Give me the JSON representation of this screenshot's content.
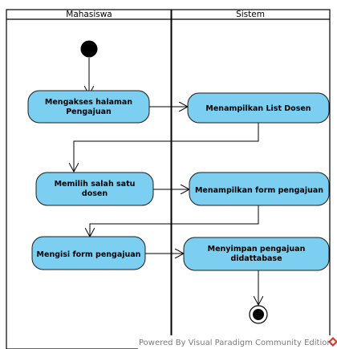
{
  "colors": {
    "node_fill": "#7ccff0",
    "node_stroke": "#1c1c1c",
    "lane_header_fill": "#ffffff",
    "line": "#000000",
    "logo_red": "#d13b2b"
  },
  "lanes": {
    "left_title": "Mahasiswa",
    "right_title": "Sistem"
  },
  "nodes": {
    "mengakses": [
      "Mengakses halaman",
      "Pengajuan"
    ],
    "list_dosen": [
      "Menampilkan List Dosen"
    ],
    "memilih": [
      "Memilih salah satu",
      "dosen"
    ],
    "form_pengajuan": [
      "Menampilkan form pengajuan"
    ],
    "mengisi": [
      "Mengisi form pengajuan"
    ],
    "menyimpan": [
      "Menyimpan pengajuan",
      "didattabase"
    ]
  },
  "watermark": {
    "text": "Powered By Visual Paradigm Community Edition",
    "icon": "visual-paradigm-logo-icon"
  }
}
